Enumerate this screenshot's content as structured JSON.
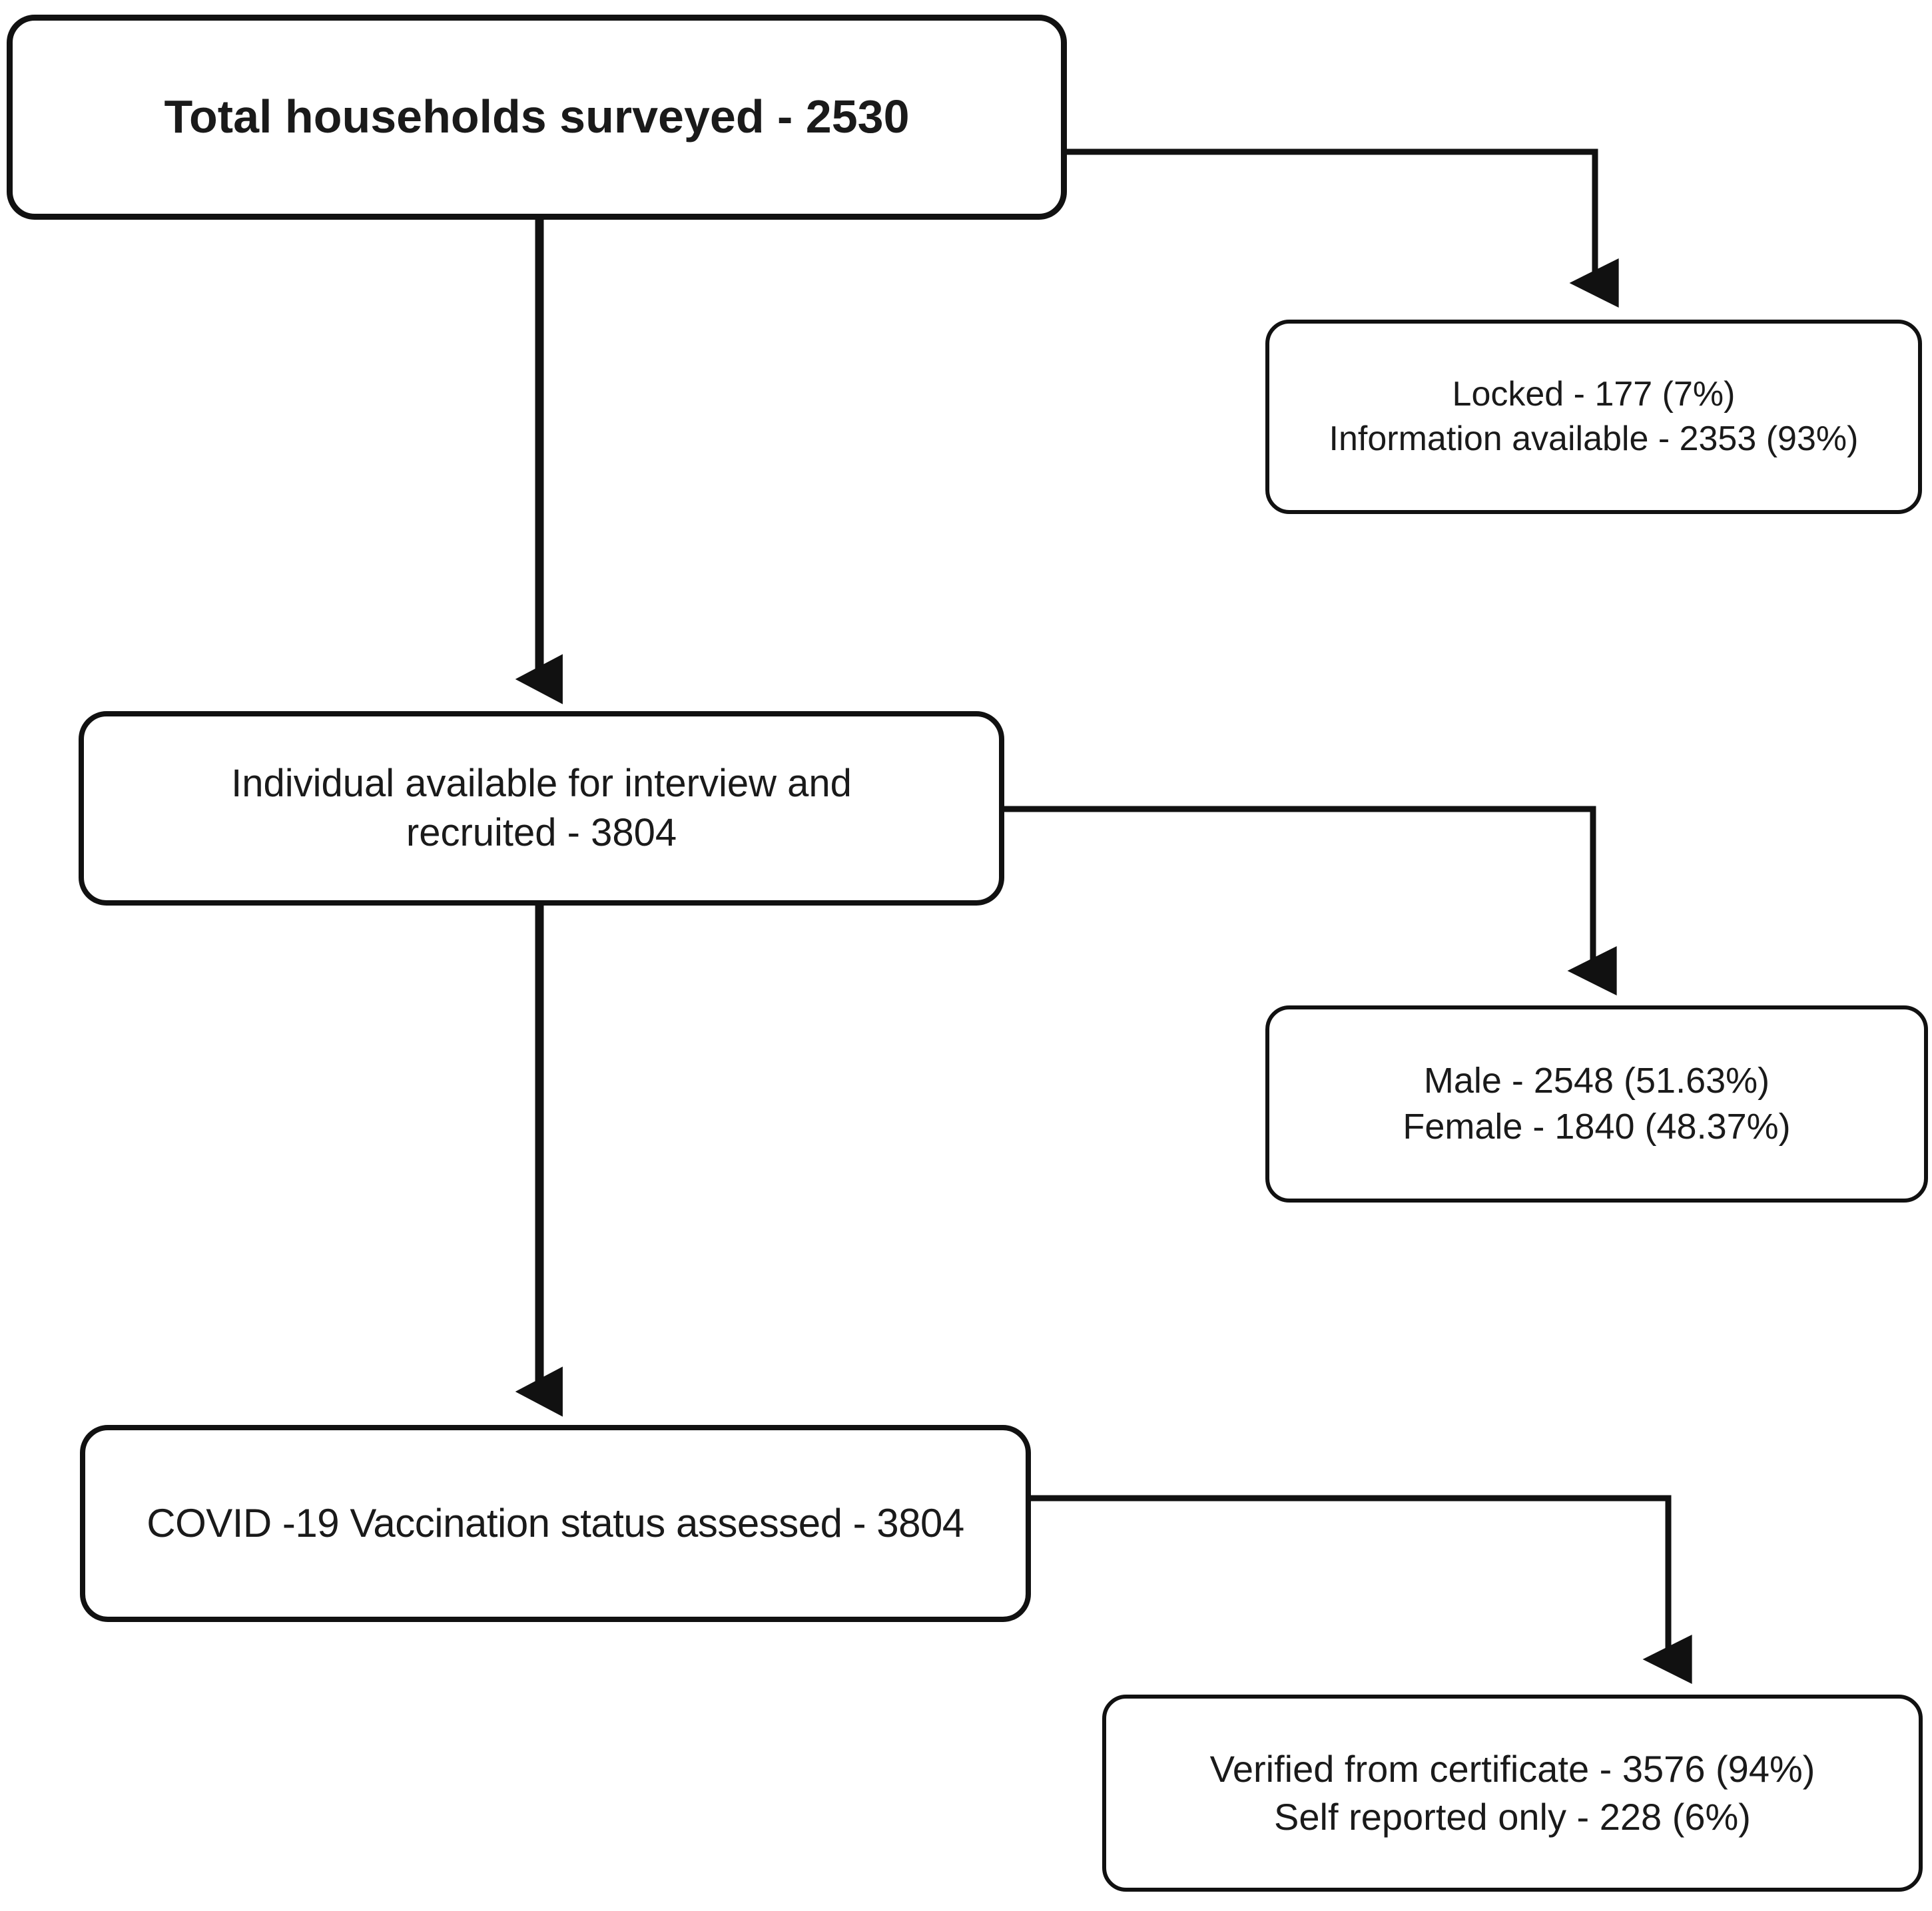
{
  "diagram": {
    "title": "Household survey and COVID-19 vaccination status flow",
    "type": "flowchart",
    "stroke_color": "#111111",
    "background_color": "#ffffff",
    "text_color": "#1a1a1a"
  },
  "nodes": {
    "total_households": {
      "id": "total-households-box",
      "lines": [
        "Total households surveyed - 2530"
      ],
      "label": "Total households surveyed",
      "value": 2530,
      "emphasis": "bold"
    },
    "locked_info": {
      "id": "locked-information-box",
      "lines": [
        "Locked - 177 (7%)",
        "Information available - 2353 (93%)"
      ],
      "items": [
        {
          "label": "Locked",
          "value": 177,
          "percent": "7%"
        },
        {
          "label": "Information available",
          "value": 2353,
          "percent": "93%"
        }
      ]
    },
    "individual_recruited": {
      "id": "individual-recruited-box",
      "lines": [
        "Individual available for interview and",
        "recruited - 3804"
      ],
      "label": "Individual available for interview and recruited",
      "value": 3804
    },
    "sex_distribution": {
      "id": "sex-distribution-box",
      "lines": [
        "Male - 2548 (51.63%)",
        "Female - 1840 (48.37%)"
      ],
      "items": [
        {
          "label": "Male",
          "value": 2548,
          "percent": "51.63%"
        },
        {
          "label": "Female",
          "value": 1840,
          "percent": "48.37%"
        }
      ]
    },
    "vaccination_assessed": {
      "id": "vaccination-status-assessed-box",
      "lines": [
        "COVID -19 Vaccination status assessed - 3804"
      ],
      "label": "COVID -19 Vaccination status assessed",
      "value": 3804
    },
    "verification_source": {
      "id": "verification-source-box",
      "lines": [
        "Verified from certificate - 3576 (94%)",
        "Self reported only - 228 (6%)"
      ],
      "items": [
        {
          "label": "Verified from certificate",
          "value": 3576,
          "percent": "94%"
        },
        {
          "label": "Self reported only",
          "value": 228,
          "percent": "6%"
        }
      ]
    }
  },
  "connectors": [
    {
      "id": "total-to-individual",
      "from": "total_households",
      "to": "individual_recruited",
      "style": "straight-down",
      "arrow": true
    },
    {
      "id": "total-to-locked",
      "from": "total_households",
      "to": "locked_info",
      "style": "elbow-right-down",
      "arrow": true
    },
    {
      "id": "individual-to-covid",
      "from": "individual_recruited",
      "to": "vaccination_assessed",
      "style": "straight-down",
      "arrow": true
    },
    {
      "id": "individual-to-sex",
      "from": "individual_recruited",
      "to": "sex_distribution",
      "style": "elbow-right-down",
      "arrow": true
    },
    {
      "id": "covid-to-verified",
      "from": "vaccination_assessed",
      "to": "verification_source",
      "style": "elbow-right-down",
      "arrow": true
    }
  ]
}
